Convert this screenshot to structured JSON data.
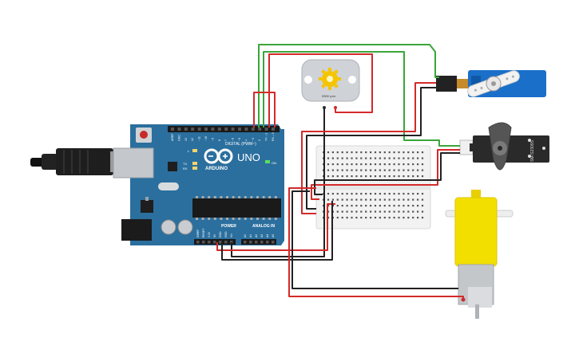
{
  "arduino": {
    "logo_text": "ARDUINO",
    "model": "UNO",
    "on_label": "ON",
    "digital_label": "DIGITAL (PWM~)",
    "power_label": "POWER",
    "analog_label": "ANALOG IN",
    "l_label": "L",
    "tx_label": "TX",
    "rx_label": "RX",
    "digital_pins": [
      "AREF",
      "GND",
      "13",
      "12",
      "~11",
      "~10",
      "~9",
      "8",
      "7",
      "~6",
      "~5",
      "4",
      "~3",
      "2",
      "TX→1",
      "RX←0"
    ],
    "power_pins": [
      "IOREF",
      "RESET",
      "3.3V",
      "5V",
      "GND",
      "GND",
      "Vin"
    ],
    "analog_pins": [
      "A0",
      "A1",
      "A2",
      "A3",
      "A4",
      "A5"
    ]
  },
  "dc_motor": {
    "label": "5300 rpm"
  },
  "micro_servo": {
    "label": "SM-S2309S"
  },
  "colors": {
    "board": "#2b6f9e",
    "board_dark": "#1f5a82",
    "servo_blue": "#1a6fc9",
    "gear_yellow": "#f5c400",
    "wire_red": "#d42a2a",
    "wire_green": "#3aa63a",
    "wire_black": "#222222",
    "breadboard": "#f2f2f2"
  },
  "icons": [
    "usb-cable-icon",
    "arduino-infinity-icon",
    "gear-icon"
  ]
}
